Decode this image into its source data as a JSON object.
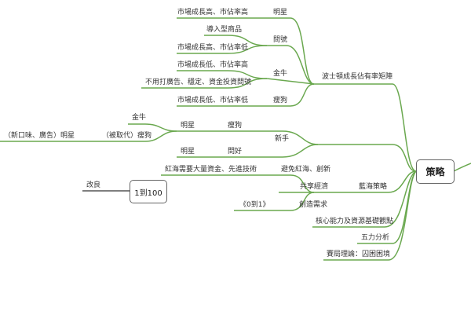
{
  "root": "策略",
  "line_color": "#6aa84f",
  "bcg": {
    "label": "波士頓成長佔有率矩陣",
    "star": {
      "label": "明星",
      "desc": "市場成長高、市佔率高"
    },
    "question": {
      "label": "問號",
      "c1": "導入型商品",
      "c2": "市場成長高、市佔率低"
    },
    "cow": {
      "label": "金牛",
      "c1": "市場成長低、市佔率高",
      "c2": "不用打廣告、穩定、資金投資問號"
    },
    "dog": {
      "label": "瘦狗",
      "desc": "市場成長低、市佔率低"
    }
  },
  "newbie": {
    "label": "新手",
    "r1a": "明星",
    "r1b": "瘦狗",
    "r2a": "明星",
    "r2b": "問好",
    "f1": "金牛",
    "f2": "（被取代）瘦狗",
    "f3": "（新口味、廣告）明星"
  },
  "blue": {
    "label": "藍海策略",
    "avoid": "避免紅海、創新",
    "red": "紅海需要大量資金、先進技術",
    "share": "共享經濟",
    "create": "創造需求",
    "book": "《0到1》"
  },
  "core": "核心能力及資源基礎觀點",
  "five": "五力分析",
  "game": "賽局理論：囚困困境",
  "node100": {
    "label": "1到100",
    "child": "改良"
  }
}
